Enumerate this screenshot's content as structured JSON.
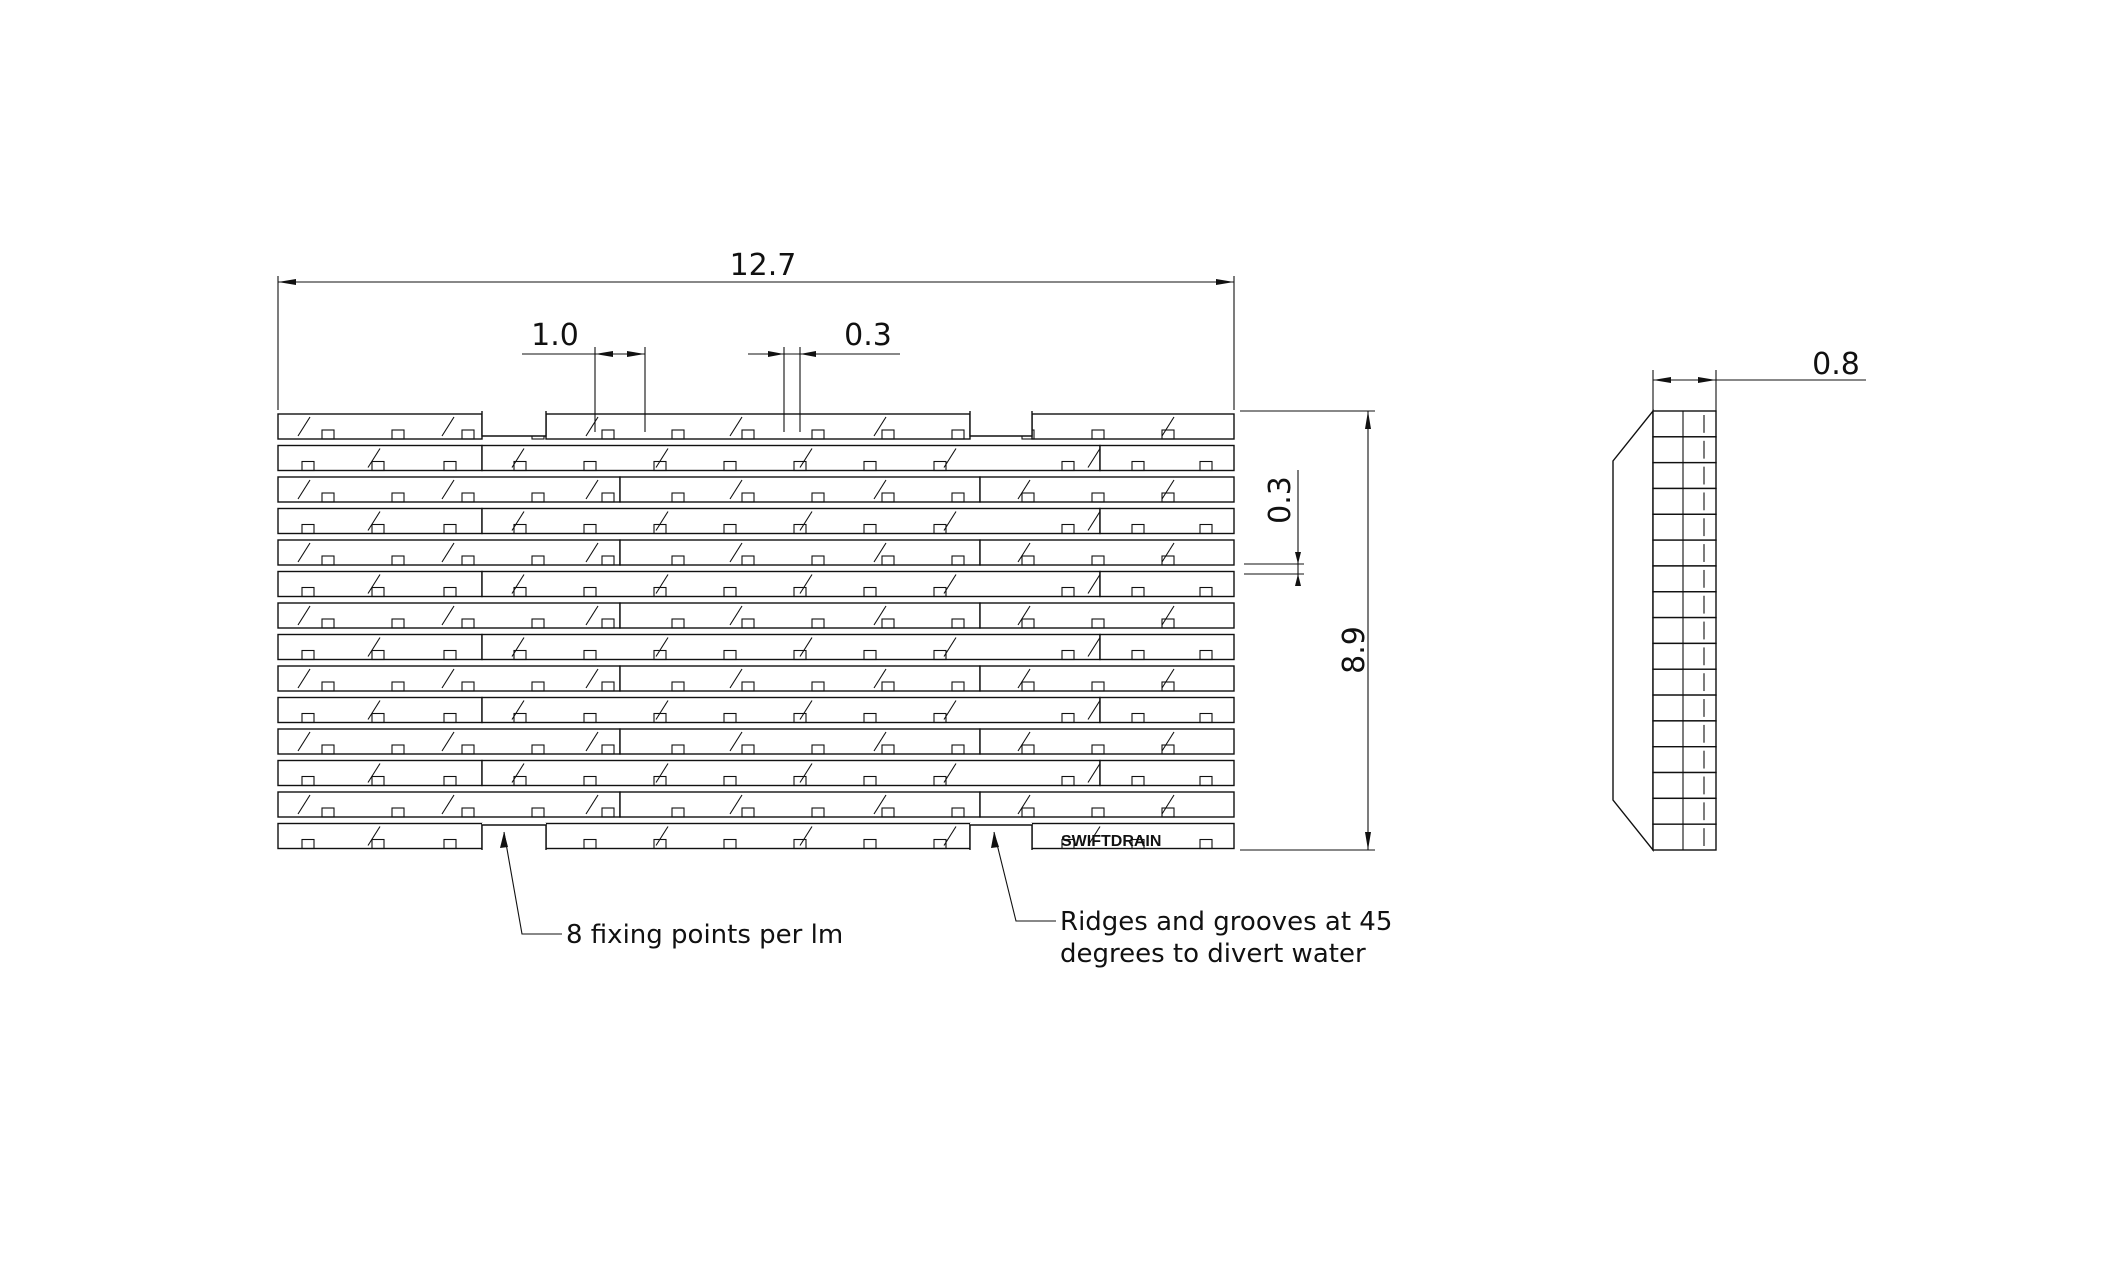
{
  "dimensions": {
    "overall_length": "12.7",
    "fixing_spacing": "1.0",
    "groove_width": "0.3",
    "overall_height": "8.9",
    "ridge_pitch": "0.3",
    "thickness": "0.8"
  },
  "annotations": {
    "fixing_note": "8 fixing points per lm",
    "ridge_note_line1": "Ridges and grooves at 45",
    "ridge_note_line2": "degrees to divert water"
  },
  "brand_mark": "SWIFTDRAIN",
  "colors": {
    "line": "#111111",
    "background": "#ffffff"
  }
}
